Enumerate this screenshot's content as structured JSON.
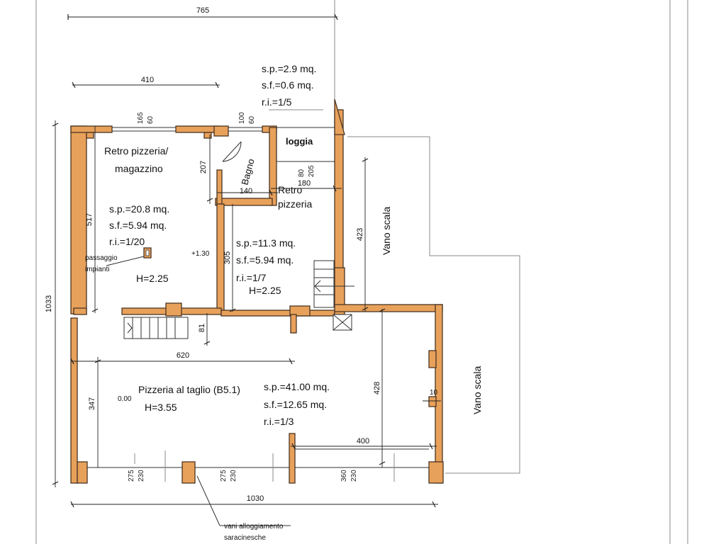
{
  "dimensions": {
    "overall_top": "765",
    "upper_width": "410",
    "left_height": "1033",
    "retro_height": "517",
    "door_height": "207",
    "corridor_height": "305",
    "stair_height": "81",
    "lower_width": "620",
    "lower_height": "347",
    "right_height": "428",
    "vano_height": "423",
    "bagno_width": "140",
    "loggia_width": "180",
    "front_width": "400",
    "niche": "10",
    "bottom_width": "1030"
  },
  "windows": {
    "top_left_a": "165",
    "top_left_b": "60",
    "top_mid_a": "100",
    "top_mid_b": "60",
    "loggia_a": "80",
    "loggia_b": "205",
    "front1_a": "275",
    "front1_b": "230",
    "front2_a": "275",
    "front2_b": "230",
    "front3_a": "360",
    "front3_b": "230"
  },
  "rooms": {
    "loggia": {
      "name": "loggia",
      "sp": "s.p.=2.9 mq.",
      "sf": "s.f.=0.6 mq.",
      "ri": "r.i.=1/5"
    },
    "retro_magazzino": {
      "name_line1": "Retro pizzeria/",
      "name_line2": "magazzino",
      "sp": "s.p.=20.8 mq.",
      "sf": "s.f.=5.94 mq.",
      "ri": "r.i.=1/20",
      "h": "H=2.25"
    },
    "bagno": {
      "name": "Bagno"
    },
    "retro_pizzeria": {
      "name_line1": "Retro",
      "name_line2": "pizzeria",
      "sp": "s.p.=11.3 mq.",
      "sf": "s.f.=5.94 mq.",
      "ri": "r.i.=1/7",
      "h": "H=2.25"
    },
    "pizzeria": {
      "name": "Pizzeria al taglio (B5.1)",
      "h": "H=3.55",
      "sp": "s.p.=41.00 mq.",
      "sf": "s.f.=12.65 mq.",
      "ri": "r.i.=1/3"
    }
  },
  "levels": {
    "upper": "+1.30",
    "ground": "0.00"
  },
  "labels": {
    "passaggio_line1": "passaggio",
    "passaggio_line2": "impianti",
    "vano_scala_upper": "Vano scala",
    "vano_scala_lower": "Vano scala",
    "saracinesche_line1": "vani alloggiamento",
    "saracinesche_line2": "saracinesche"
  },
  "colors": {
    "wall": "#e8a15a",
    "wall_edge": "#4a3524",
    "line": "#333333"
  }
}
